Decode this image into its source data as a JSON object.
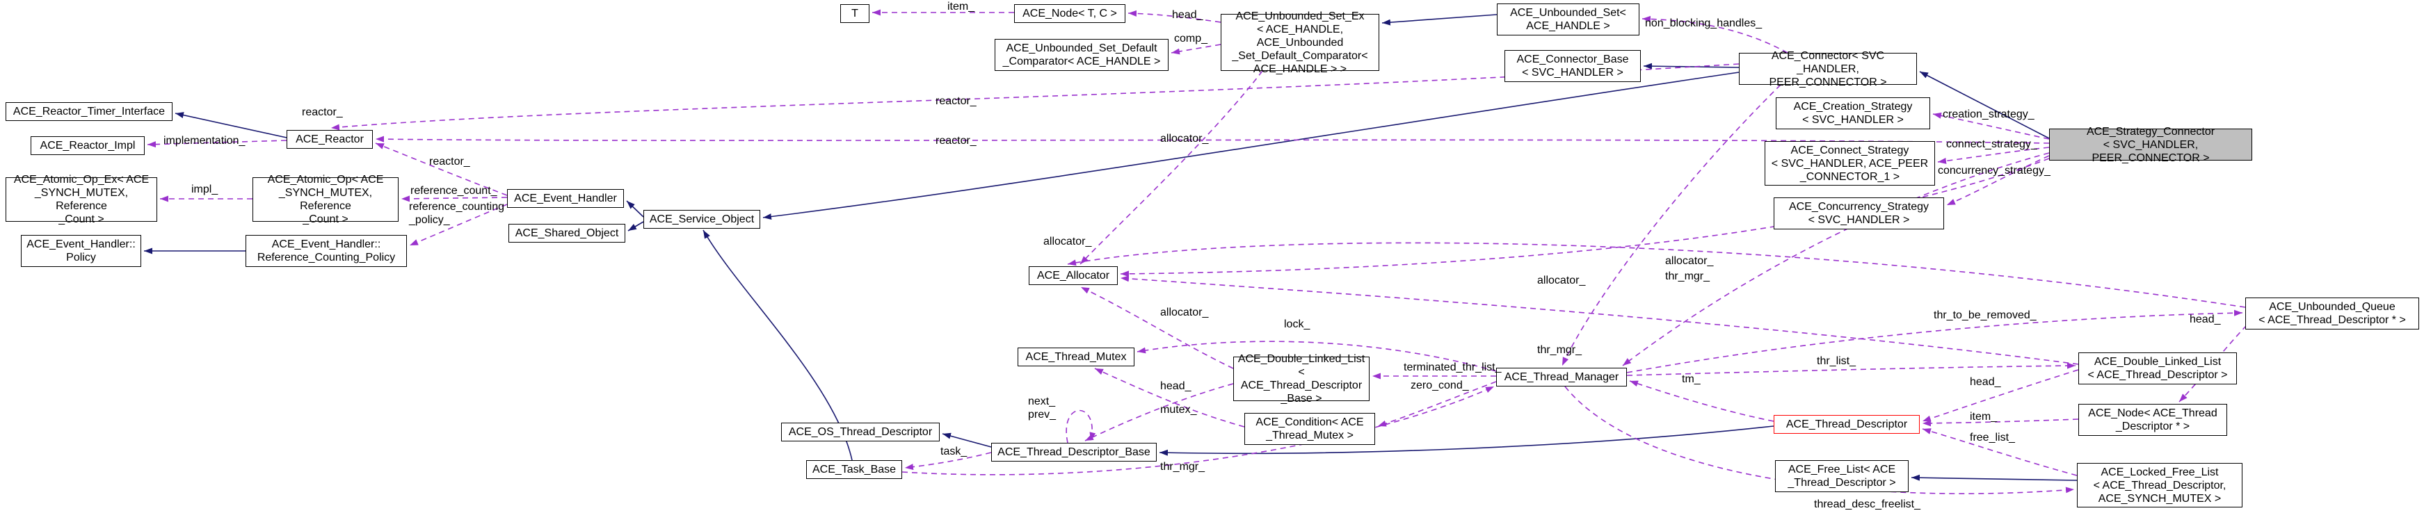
{
  "nodes": {
    "t": {
      "label": "T"
    },
    "node_t_c": {
      "label": "ACE_Node< T, C >"
    },
    "unbounded_set_default_comparator": {
      "label": "ACE_Unbounded_Set_Default\n_Comparator< ACE_HANDLE >"
    },
    "unbounded_set_ex": {
      "label": "ACE_Unbounded_Set_Ex\n< ACE_HANDLE, ACE_Unbounded\n_Set_Default_Comparator<\nACE_HANDLE > >"
    },
    "unbounded_set": {
      "label": "ACE_Unbounded_Set<\nACE_HANDLE >"
    },
    "connector_base": {
      "label": "ACE_Connector_Base\n< SVC_HANDLER >"
    },
    "connector": {
      "label": "ACE_Connector< SVC\n_HANDLER, PEER_CONNECTOR >"
    },
    "creation_strategy": {
      "label": "ACE_Creation_Strategy\n< SVC_HANDLER >"
    },
    "strategy_connector": {
      "label": "ACE_Strategy_Connector\n< SVC_HANDLER, PEER_CONNECTOR >"
    },
    "connect_strategy": {
      "label": "ACE_Connect_Strategy\n< SVC_HANDLER, ACE_PEER\n_CONNECTOR_1 >"
    },
    "concurrency_strategy": {
      "label": "ACE_Concurrency_Strategy\n< SVC_HANDLER >"
    },
    "reactor_timer_interface": {
      "label": "ACE_Reactor_Timer_Interface"
    },
    "reactor_impl": {
      "label": "ACE_Reactor_Impl"
    },
    "reactor": {
      "label": "ACE_Reactor"
    },
    "atomic_op_ex": {
      "label": "ACE_Atomic_Op_Ex< ACE\n_SYNCH_MUTEX, Reference\n_Count >"
    },
    "atomic_op": {
      "label": "ACE_Atomic_Op< ACE\n_SYNCH_MUTEX, Reference\n_Count >"
    },
    "event_handler": {
      "label": "ACE_Event_Handler"
    },
    "shared_object": {
      "label": "ACE_Shared_Object"
    },
    "service_object": {
      "label": "ACE_Service_Object"
    },
    "event_handler_policy": {
      "label": "ACE_Event_Handler::\nPolicy"
    },
    "event_handler_rcp": {
      "label": "ACE_Event_Handler::\nReference_Counting_Policy"
    },
    "allocator": {
      "label": "ACE_Allocator"
    },
    "unbounded_queue": {
      "label": "ACE_Unbounded_Queue\n< ACE_Thread_Descriptor * >"
    },
    "thread_mutex": {
      "label": "ACE_Thread_Mutex"
    },
    "dll_descriptor_base": {
      "label": "ACE_Double_Linked_List\n< ACE_Thread_Descriptor\n_Base >"
    },
    "thread_manager": {
      "label": "ACE_Thread_Manager"
    },
    "dll_descriptor": {
      "label": "ACE_Double_Linked_List\n< ACE_Thread_Descriptor >"
    },
    "node_descriptor": {
      "label": "ACE_Node< ACE_Thread\n_Descriptor * >"
    },
    "thread_descriptor": {
      "label": "ACE_Thread_Descriptor"
    },
    "condition": {
      "label": "ACE_Condition< ACE\n_Thread_Mutex >"
    },
    "os_thread_descriptor": {
      "label": "ACE_OS_Thread_Descriptor"
    },
    "thread_descriptor_base": {
      "label": "ACE_Thread_Descriptor_Base"
    },
    "task_base": {
      "label": "ACE_Task_Base"
    },
    "free_list": {
      "label": "ACE_Free_List< ACE\n_Thread_Descriptor >"
    },
    "locked_free_list": {
      "label": "ACE_Locked_Free_List\n< ACE_Thread_Descriptor,\nACE_SYNCH_MUTEX >"
    }
  },
  "edge_labels": {
    "item": "item_",
    "head": "head_",
    "comp": "comp_",
    "non_blocking_handles": "non_blocking_handles_",
    "creation_strategy": "creation_strategy_",
    "connect_strategy": "connect_strategy_",
    "concurrency_strategy": "concurrency_strategy_",
    "reactor": "reactor_",
    "implementation": "implementation_",
    "impl": "impl_",
    "reference_count": "reference_count_",
    "reference_counting_policy": "reference_counting\n_policy_",
    "allocator": "allocator_",
    "thr_mgr": "thr_mgr_",
    "thr_to_be_removed": "thr_to_be_removed_",
    "lock": "lock_",
    "terminated_thr_list": "terminated_thr_list_",
    "zero_cond": "zero_cond_",
    "thr_list": "thr_list_",
    "tm": "tm_",
    "free_list": "free_list_",
    "mutex": "mutex_",
    "next_prev": "next_\nprev_",
    "task": "task_",
    "thread_desc_freelist": "thread_desc_freelist_"
  },
  "colors": {
    "inheritance_edge": "#191970",
    "usage_edge": "#9a32cd",
    "node_border": "#000000",
    "highlight_fill": "#bfbfbf",
    "truncated_border": "#ff0000",
    "background": "#ffffff"
  }
}
